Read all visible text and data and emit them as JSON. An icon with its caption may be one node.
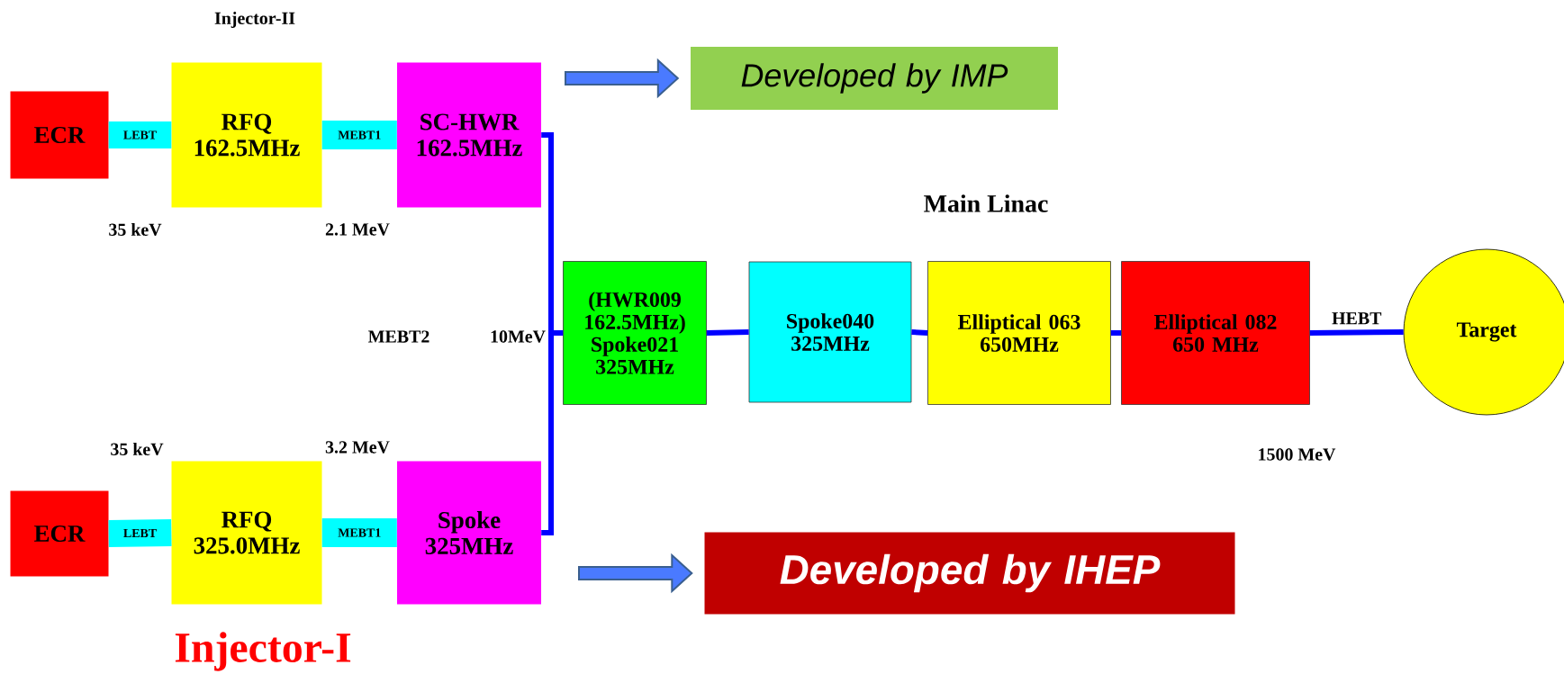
{
  "diagram": {
    "nodes": [
      {
        "text": [
          "ECR"
        ]
      },
      {
        "text": [
          "RFQ 162.5MHz"
        ]
      },
      {
        "text": [
          "SC-HWR 162.5MHz"
        ]
      },
      {
        "text": [
          "ECR"
        ]
      },
      {
        "text": [
          "RFQ 325.0MHz"
        ]
      },
      {
        "text": [
          "Spoke 325MHz"
        ]
      },
      {
        "text": [
          "(HWR009 162.5MHz) Spoke021 325MHz"
        ]
      },
      {
        "text": [
          "Spoke040 325MHz"
        ]
      },
      {
        "text": [
          "Elliptical 063 650MHz"
        ]
      },
      {
        "text": [
          "Elliptical 082 650 MHz"
        ]
      },
      {
        "text": [
          "Target"
        ]
      },
      {
        "text": [
          "Developed by IMP"
        ]
      },
      {
        "text": [
          "Developed by IHEP"
        ]
      }
    ],
    "edges": [
      {
        "from": 0,
        "to": 1,
        "arrow": "none",
        "label": "LEBT",
        "style": "thick",
        "color": "#00ffff"
      },
      {
        "from": 1,
        "to": 2,
        "arrow": "none",
        "label": "MEBT1",
        "style": "thick",
        "color": "#00ffff"
      },
      {
        "from": 3,
        "to": 4,
        "arrow": "none",
        "label": "LEBT",
        "style": "thick",
        "color": "#00ffff"
      },
      {
        "from": 4,
        "to": 5,
        "arrow": "none",
        "label": "MEBT1",
        "style": "thick",
        "color": "#00ffff"
      },
      {
        "from": 2,
        "to": 6,
        "arrow": "none"
      },
      {
        "from": 5,
        "to": 6,
        "arrow": "none"
      },
      {
        "from": 6,
        "to": 7,
        "arrow": "none"
      },
      {
        "from": 7,
        "to": 8,
        "arrow": "none"
      },
      {
        "from": 8,
        "to": 9,
        "arrow": "none"
      },
      {
        "from": 9,
        "to": 10,
        "arrow": "none",
        "label": "HEBT"
      },
      {
        "from": null,
        "to": 11,
        "arrow": "to",
        "style": "thick",
        "color": "#4a7aff"
      },
      {
        "from": null,
        "to": 12,
        "arrow": "to",
        "style": "thick",
        "color": "#4a7aff"
      }
    ],
    "labels": [
      "Injector-II",
      "35 keV",
      "2.1 MeV",
      "Main Linac",
      "MEBT2",
      "10MeV",
      "35 keV",
      "3.2 MeV",
      "1500 MeV",
      "Injector-I"
    ]
  }
}
